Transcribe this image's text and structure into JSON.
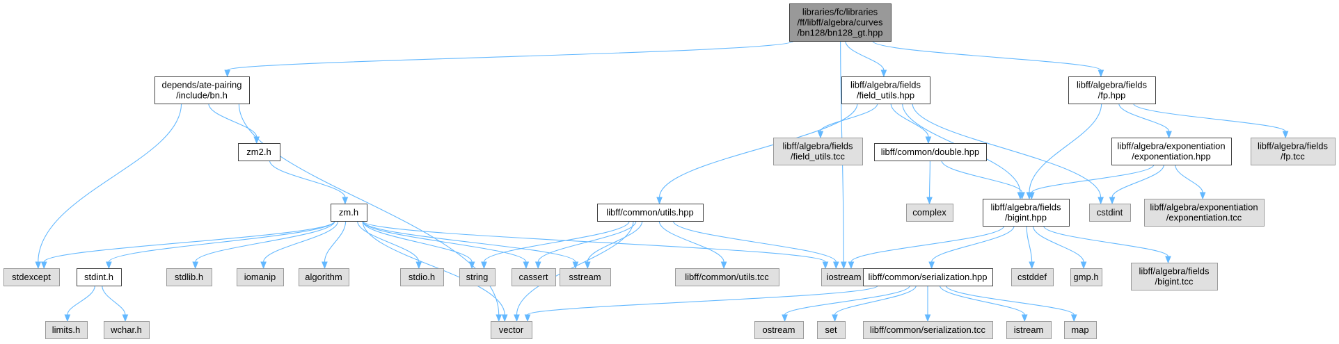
{
  "colors": {
    "edge": "#63b8ff",
    "node_border": "#404040",
    "node_fill": "#ffffff",
    "root_fill": "#999999",
    "external_fill": "#e0e0e0",
    "external_border": "#999999"
  },
  "nodes": [
    {
      "id": "root",
      "kind": "root",
      "lines": [
        "libraries/fc/libraries",
        "/ff/libff/algebra/curves",
        "/bn128/bn128_gt.hpp"
      ]
    },
    {
      "id": "bn_h",
      "kind": "file",
      "lines": [
        "depends/ate-pairing",
        "/include/bn.h"
      ]
    },
    {
      "id": "field_utils_hpp",
      "kind": "file",
      "lines": [
        "libff/algebra/fields",
        "/field_utils.hpp"
      ]
    },
    {
      "id": "fp_hpp",
      "kind": "file",
      "lines": [
        "libff/algebra/fields",
        "/fp.hpp"
      ]
    },
    {
      "id": "zm2_h",
      "kind": "file",
      "lines": [
        "zm2.h"
      ]
    },
    {
      "id": "field_utils_tcc",
      "kind": "ext",
      "lines": [
        "libff/algebra/fields",
        "/field_utils.tcc"
      ]
    },
    {
      "id": "double_hpp",
      "kind": "file",
      "lines": [
        "libff/common/double.hpp"
      ]
    },
    {
      "id": "exponentiation_hpp",
      "kind": "file",
      "lines": [
        "libff/algebra/exponentiation",
        "/exponentiation.hpp"
      ]
    },
    {
      "id": "fp_tcc",
      "kind": "ext",
      "lines": [
        "libff/algebra/fields",
        "/fp.tcc"
      ]
    },
    {
      "id": "zm_h",
      "kind": "file",
      "lines": [
        "zm.h"
      ]
    },
    {
      "id": "utils_hpp",
      "kind": "file",
      "lines": [
        "libff/common/utils.hpp"
      ]
    },
    {
      "id": "complex",
      "kind": "ext",
      "lines": [
        "complex"
      ]
    },
    {
      "id": "bigint_hpp",
      "kind": "file",
      "lines": [
        "libff/algebra/fields",
        "/bigint.hpp"
      ]
    },
    {
      "id": "cstdint",
      "kind": "ext",
      "lines": [
        "cstdint"
      ]
    },
    {
      "id": "exponentiation_tcc",
      "kind": "ext",
      "lines": [
        "libff/algebra/exponentiation",
        "/exponentiation.tcc"
      ]
    },
    {
      "id": "stdexcept",
      "kind": "ext",
      "lines": [
        "stdexcept"
      ]
    },
    {
      "id": "stdint_h",
      "kind": "file",
      "lines": [
        "stdint.h"
      ]
    },
    {
      "id": "stdlib_h",
      "kind": "ext",
      "lines": [
        "stdlib.h"
      ]
    },
    {
      "id": "iomanip",
      "kind": "ext",
      "lines": [
        "iomanip"
      ]
    },
    {
      "id": "algorithm",
      "kind": "ext",
      "lines": [
        "algorithm"
      ]
    },
    {
      "id": "stdio_h",
      "kind": "ext",
      "lines": [
        "stdio.h"
      ]
    },
    {
      "id": "string",
      "kind": "ext",
      "lines": [
        "string"
      ]
    },
    {
      "id": "cassert",
      "kind": "ext",
      "lines": [
        "cassert"
      ]
    },
    {
      "id": "sstream",
      "kind": "ext",
      "lines": [
        "sstream"
      ]
    },
    {
      "id": "utils_tcc",
      "kind": "ext",
      "lines": [
        "libff/common/utils.tcc"
      ]
    },
    {
      "id": "iostream",
      "kind": "ext",
      "lines": [
        "iostream"
      ]
    },
    {
      "id": "serialization_hpp",
      "kind": "file",
      "lines": [
        "libff/common/serialization.hpp"
      ]
    },
    {
      "id": "cstddef",
      "kind": "ext",
      "lines": [
        "cstddef"
      ]
    },
    {
      "id": "gmp_h",
      "kind": "ext",
      "lines": [
        "gmp.h"
      ]
    },
    {
      "id": "bigint_tcc",
      "kind": "ext",
      "lines": [
        "libff/algebra/fields",
        "/bigint.tcc"
      ]
    },
    {
      "id": "limits_h",
      "kind": "ext",
      "lines": [
        "limits.h"
      ]
    },
    {
      "id": "wchar_h",
      "kind": "ext",
      "lines": [
        "wchar.h"
      ]
    },
    {
      "id": "vector",
      "kind": "ext",
      "lines": [
        "vector"
      ]
    },
    {
      "id": "ostream",
      "kind": "ext",
      "lines": [
        "ostream"
      ]
    },
    {
      "id": "set",
      "kind": "ext",
      "lines": [
        "set"
      ]
    },
    {
      "id": "serialization_tcc",
      "kind": "ext",
      "lines": [
        "libff/common/serialization.tcc"
      ]
    },
    {
      "id": "istream",
      "kind": "ext",
      "lines": [
        "istream"
      ]
    },
    {
      "id": "map",
      "kind": "ext",
      "lines": [
        "map"
      ]
    }
  ],
  "edges": [
    [
      "root",
      "bn_h"
    ],
    [
      "root",
      "iostream"
    ],
    [
      "root",
      "field_utils_hpp"
    ],
    [
      "root",
      "fp_hpp"
    ],
    [
      "bn_h",
      "stdexcept"
    ],
    [
      "bn_h",
      "vector"
    ],
    [
      "bn_h",
      "zm2_h"
    ],
    [
      "zm2_h",
      "zm_h"
    ],
    [
      "zm_h",
      "stdexcept"
    ],
    [
      "zm_h",
      "stdint_h"
    ],
    [
      "zm_h",
      "stdlib_h"
    ],
    [
      "zm_h",
      "iomanip"
    ],
    [
      "zm_h",
      "algorithm"
    ],
    [
      "zm_h",
      "stdio_h"
    ],
    [
      "zm_h",
      "string"
    ],
    [
      "zm_h",
      "cassert"
    ],
    [
      "zm_h",
      "sstream"
    ],
    [
      "zm_h",
      "iostream"
    ],
    [
      "zm_h",
      "vector"
    ],
    [
      "stdint_h",
      "limits_h"
    ],
    [
      "stdint_h",
      "wchar_h"
    ],
    [
      "field_utils_hpp",
      "utils_hpp"
    ],
    [
      "field_utils_hpp",
      "field_utils_tcc"
    ],
    [
      "field_utils_hpp",
      "double_hpp"
    ],
    [
      "field_utils_hpp",
      "bigint_hpp"
    ],
    [
      "field_utils_hpp",
      "cstdint"
    ],
    [
      "utils_hpp",
      "string"
    ],
    [
      "utils_hpp",
      "cassert"
    ],
    [
      "utils_hpp",
      "sstream"
    ],
    [
      "utils_hpp",
      "utils_tcc"
    ],
    [
      "utils_hpp",
      "iostream"
    ],
    [
      "utils_hpp",
      "vector"
    ],
    [
      "double_hpp",
      "complex"
    ],
    [
      "double_hpp",
      "bigint_hpp"
    ],
    [
      "bigint_hpp",
      "iostream"
    ],
    [
      "bigint_hpp",
      "serialization_hpp"
    ],
    [
      "bigint_hpp",
      "cstddef"
    ],
    [
      "bigint_hpp",
      "gmp_h"
    ],
    [
      "bigint_hpp",
      "bigint_tcc"
    ],
    [
      "serialization_hpp",
      "vector"
    ],
    [
      "serialization_hpp",
      "ostream"
    ],
    [
      "serialization_hpp",
      "set"
    ],
    [
      "serialization_hpp",
      "serialization_tcc"
    ],
    [
      "serialization_hpp",
      "istream"
    ],
    [
      "serialization_hpp",
      "map"
    ],
    [
      "fp_hpp",
      "bigint_hpp"
    ],
    [
      "fp_hpp",
      "exponentiation_hpp"
    ],
    [
      "fp_hpp",
      "fp_tcc"
    ],
    [
      "exponentiation_hpp",
      "bigint_hpp"
    ],
    [
      "exponentiation_hpp",
      "cstdint"
    ],
    [
      "exponentiation_hpp",
      "exponentiation_tcc"
    ]
  ]
}
